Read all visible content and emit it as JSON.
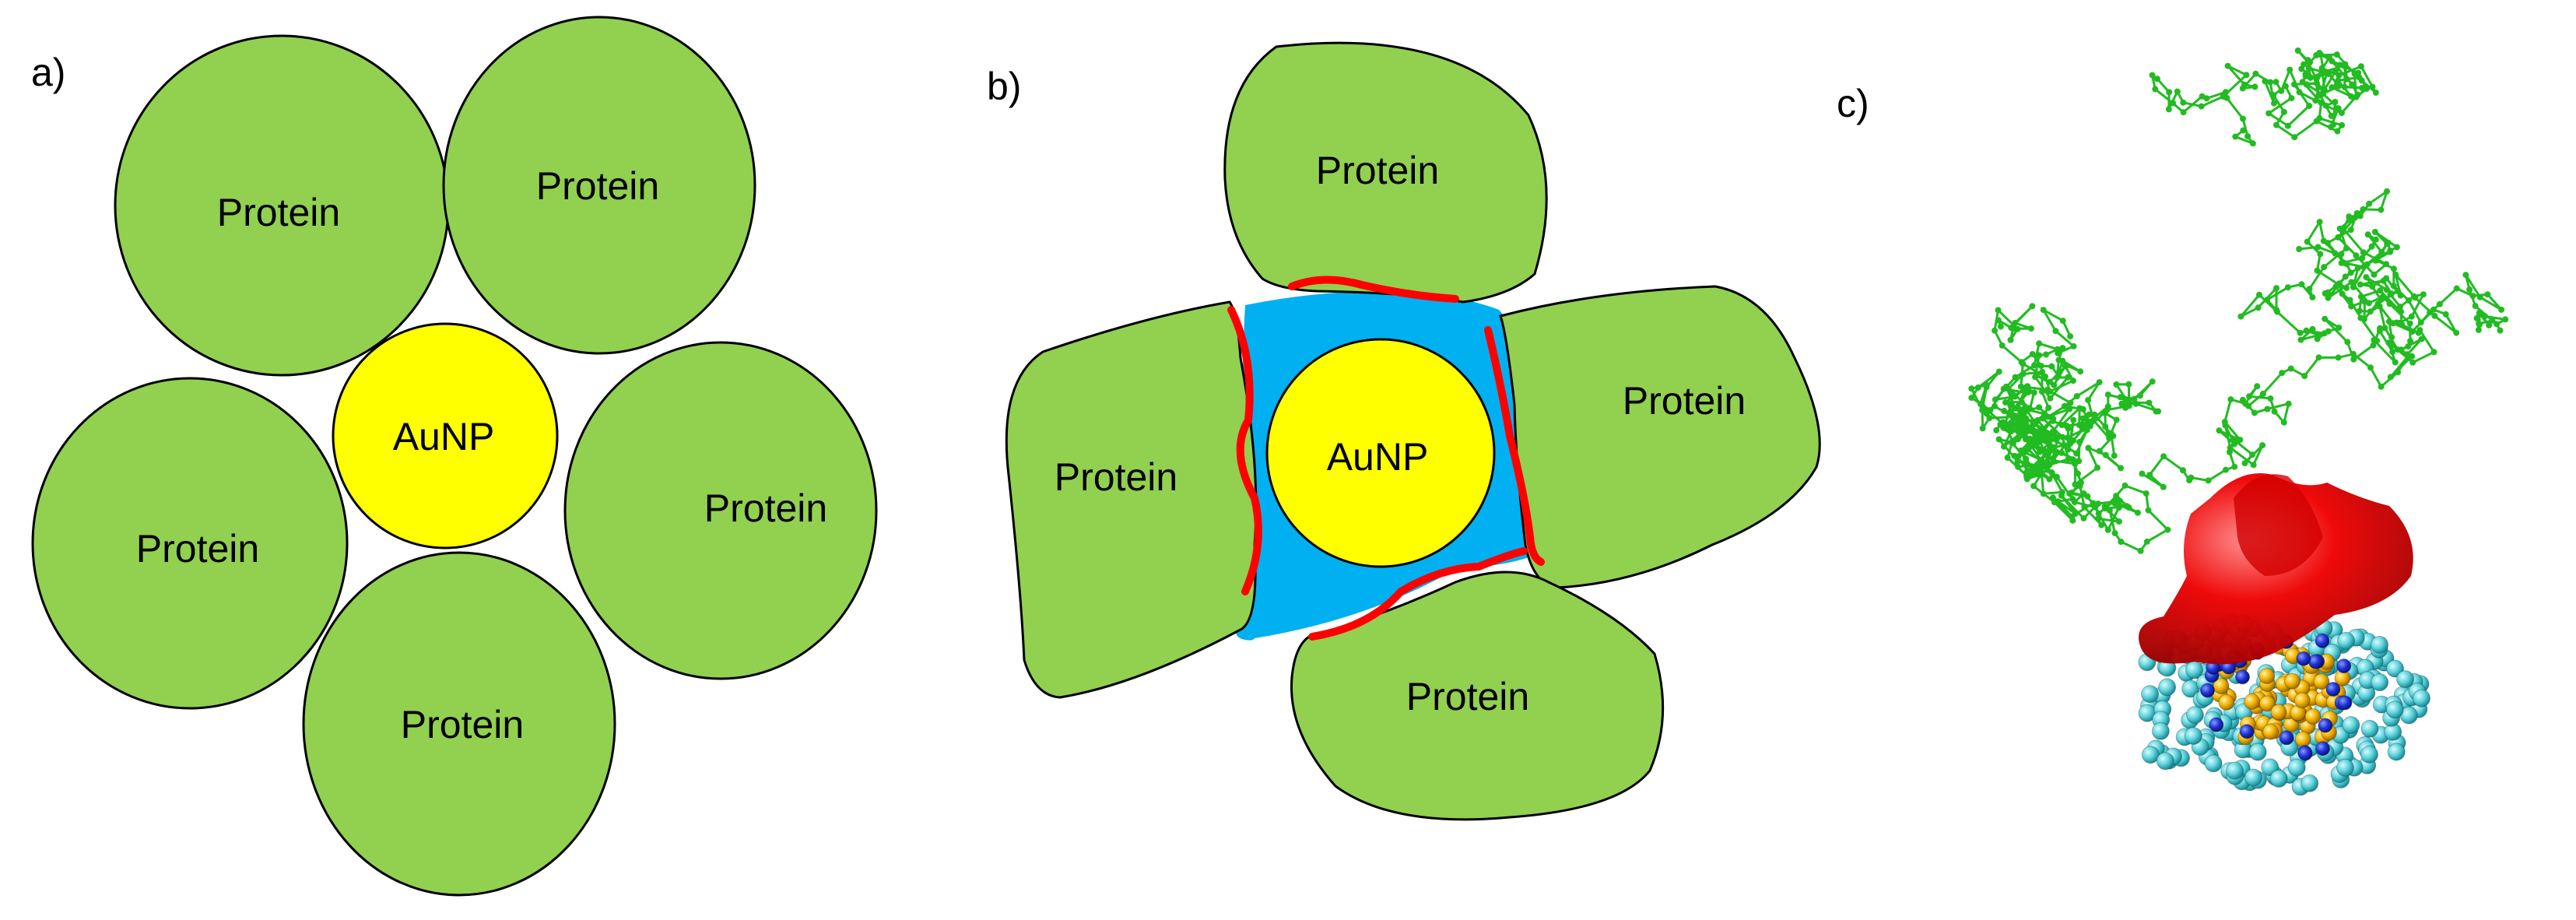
{
  "panels": {
    "a": {
      "label": "a)",
      "center": "AuNP",
      "proteins": [
        "Protein",
        "Protein",
        "Protein",
        "Protein",
        "Protein"
      ]
    },
    "b": {
      "label": "b)",
      "center": "AuNP",
      "proteins": [
        "Protein",
        "Protein",
        "Protein",
        "Protein"
      ]
    },
    "c": {
      "label": "c)"
    }
  },
  "colors": {
    "protein": "#92d050",
    "aunp": "#ffff00",
    "corona": "#00b0f0",
    "interface": "#ff0000",
    "backbone": "#22bb22",
    "surface": "#ee0000",
    "gold": "#f2b300",
    "ligand": "#5fd3dc",
    "nitrogen": "#1f35d8"
  }
}
